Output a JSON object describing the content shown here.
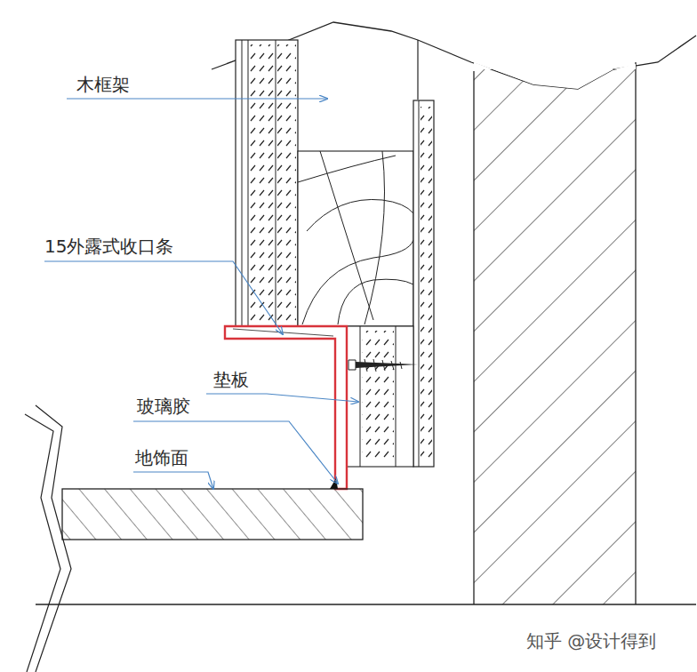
{
  "diagram": {
    "labels": [
      "木框架",
      "15外露式收口条",
      "垫板",
      "玻璃胶",
      "地饰面",
      "知乎 @设计得到"
    ]
  }
}
